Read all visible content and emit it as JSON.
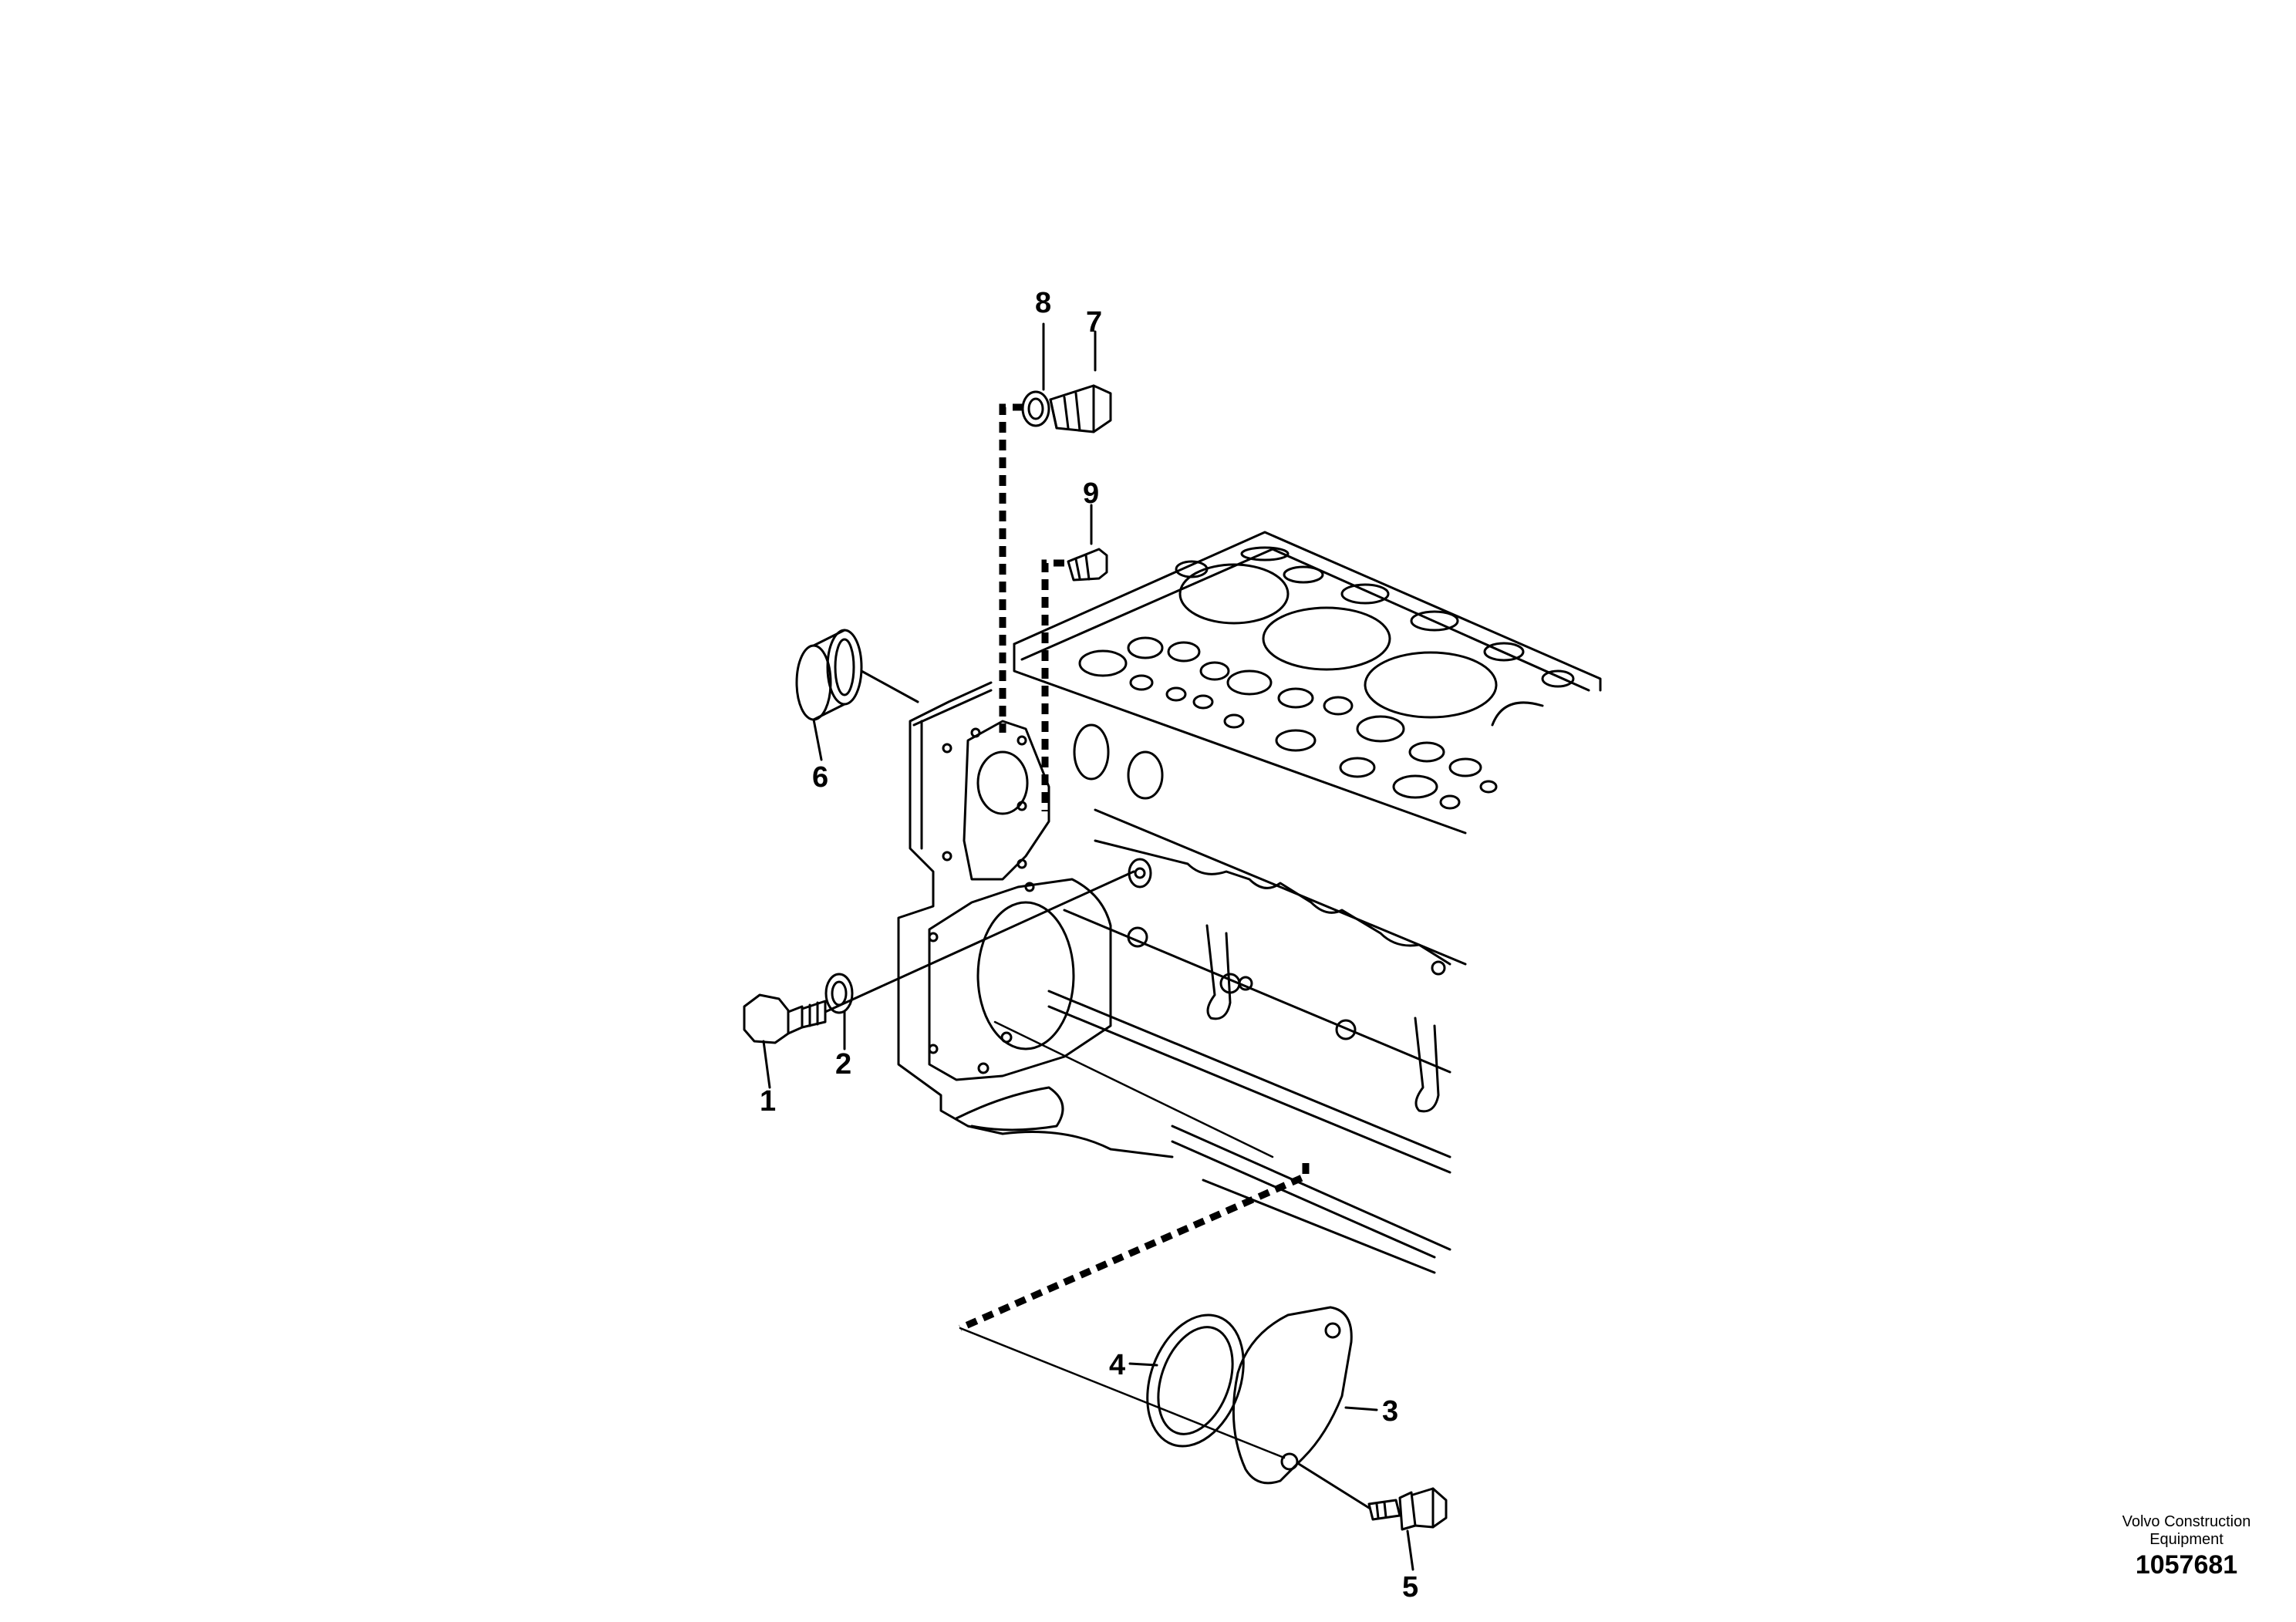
{
  "labels": {
    "l1": "1",
    "l2": "2",
    "l3": "3",
    "l4": "4",
    "l5": "5",
    "l6": "6",
    "l7": "7",
    "l8": "8",
    "l9": "9"
  },
  "credit": {
    "line1": "Volvo Construction",
    "line2": "Equipment",
    "drawing_number": "1057681"
  },
  "colors": {
    "ink": "#000000",
    "paper": "#ffffff"
  }
}
